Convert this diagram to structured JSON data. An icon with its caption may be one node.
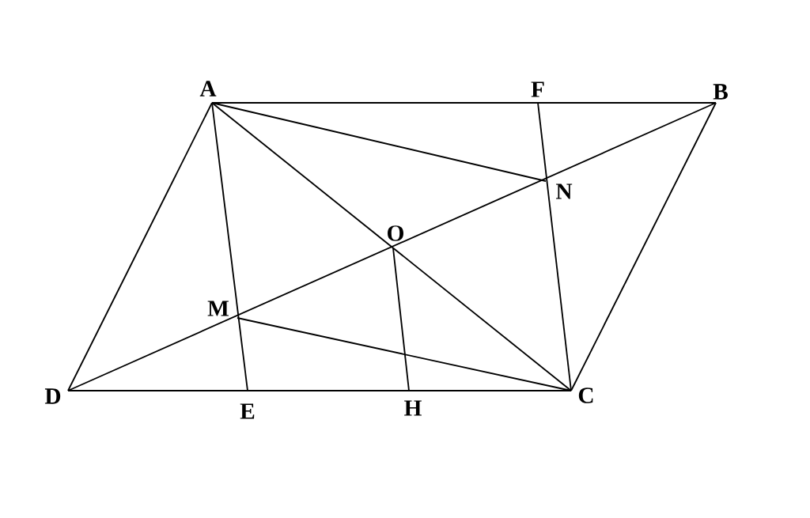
{
  "diagram": {
    "nodes": [
      {
        "text": [
          "A"
        ]
      },
      {
        "text": [
          "F"
        ]
      },
      {
        "text": [
          "B"
        ]
      },
      {
        "text": [
          "N"
        ]
      },
      {
        "text": [
          "O"
        ]
      },
      {
        "text": [
          "M"
        ]
      },
      {
        "text": [
          "D"
        ]
      },
      {
        "text": [
          "E"
        ]
      },
      {
        "text": [
          "H"
        ]
      },
      {
        "text": [
          "C"
        ]
      }
    ],
    "edges": [
      {
        "from": 0,
        "to": 2,
        "arrow": "none"
      },
      {
        "from": 2,
        "to": 9,
        "arrow": "none"
      },
      {
        "from": 9,
        "to": 6,
        "arrow": "none"
      },
      {
        "from": 6,
        "to": 0,
        "arrow": "none"
      },
      {
        "from": 0,
        "to": 9,
        "arrow": "none"
      },
      {
        "from": 6,
        "to": 2,
        "arrow": "none"
      },
      {
        "from": 0,
        "to": 3,
        "arrow": "none"
      },
      {
        "from": 5,
        "to": 9,
        "arrow": "none"
      },
      {
        "from": 0,
        "to": 7,
        "arrow": "none"
      },
      {
        "from": 1,
        "to": 9,
        "arrow": "none"
      },
      {
        "from": 4,
        "to": 8,
        "arrow": "none"
      }
    ]
  }
}
